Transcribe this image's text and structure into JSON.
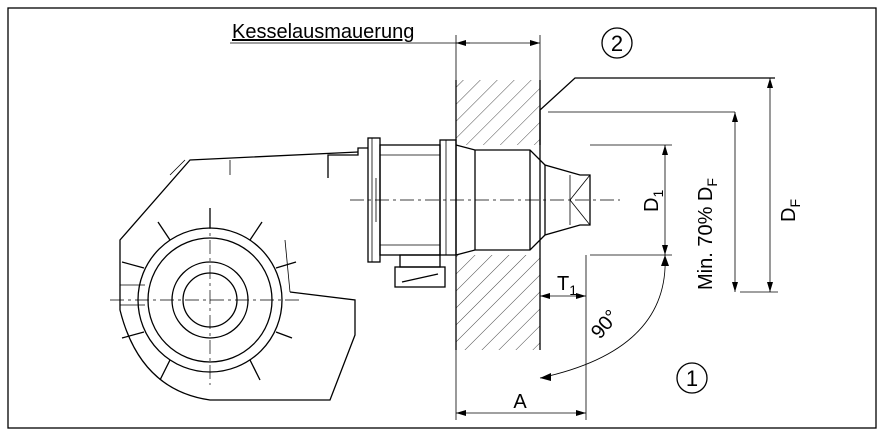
{
  "labels": {
    "lining": "Kesselausmauerung",
    "marker_top": "2",
    "marker_bottom": "1",
    "dim_A": "A",
    "dim_T1": "T",
    "dim_T1_sub": "1",
    "dim_D1": "D",
    "dim_D1_sub": "1",
    "dim_min_prefix": "Min. 70% D",
    "dim_min_sub": "F",
    "dim_DF": "D",
    "dim_DF_sub": "F",
    "angle": "90°"
  }
}
